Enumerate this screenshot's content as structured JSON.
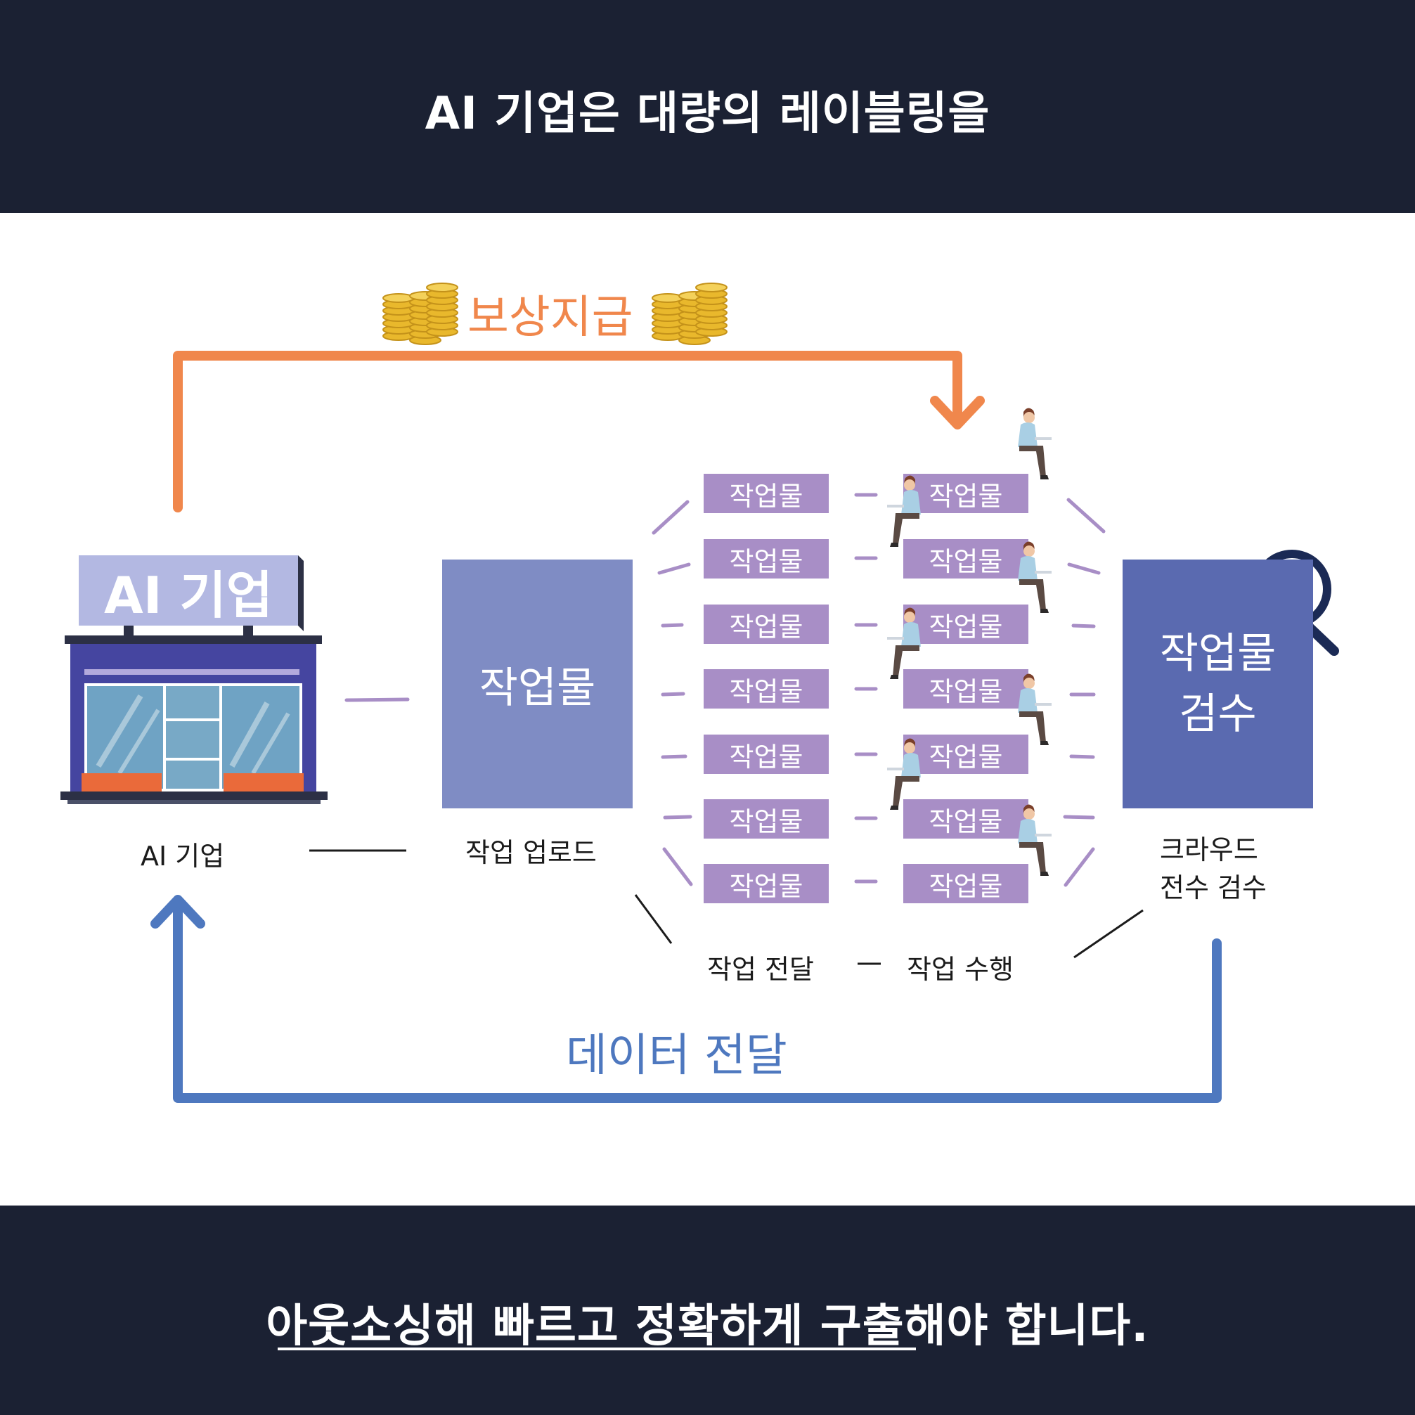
{
  "header": {
    "title": "AI 기업은 대량의 레이블링을"
  },
  "footer": {
    "title": "아웃소싱해 빠르고 정확하게 구출해야 합니다."
  },
  "flow": {
    "reward": "보상지급",
    "data_delivery": "데이터 전달"
  },
  "company": {
    "sign": "AI 기업",
    "caption": "AI 기업"
  },
  "upload": {
    "box": "작업물",
    "caption": "작업 업로드"
  },
  "delivery": {
    "caption": "작업 전달"
  },
  "perform": {
    "caption": "작업 수행"
  },
  "inspection": {
    "box": "작업물\n검수",
    "caption_line1": "크라우드",
    "caption_line2": "전수 검수"
  },
  "work_items_left": [
    "작업물",
    "작업물",
    "작업물",
    "작업물",
    "작업물",
    "작업물",
    "작업물"
  ],
  "work_items_right": [
    "작업물",
    "작업물",
    "작업물",
    "작업물",
    "작업물",
    "작업물",
    "작업물"
  ],
  "colors": {
    "dark_band": "#1b2133",
    "reward_arrow": "#f0874c",
    "data_arrow": "#4e78bf",
    "item_fill": "#a88ec6",
    "upload_fill": "#7f8cc4",
    "inspect_fill": "#5a6ab0"
  },
  "icons": [
    "coin-stack-icon",
    "store-icon",
    "magnifier-icon",
    "worker-with-laptop-icon"
  ]
}
